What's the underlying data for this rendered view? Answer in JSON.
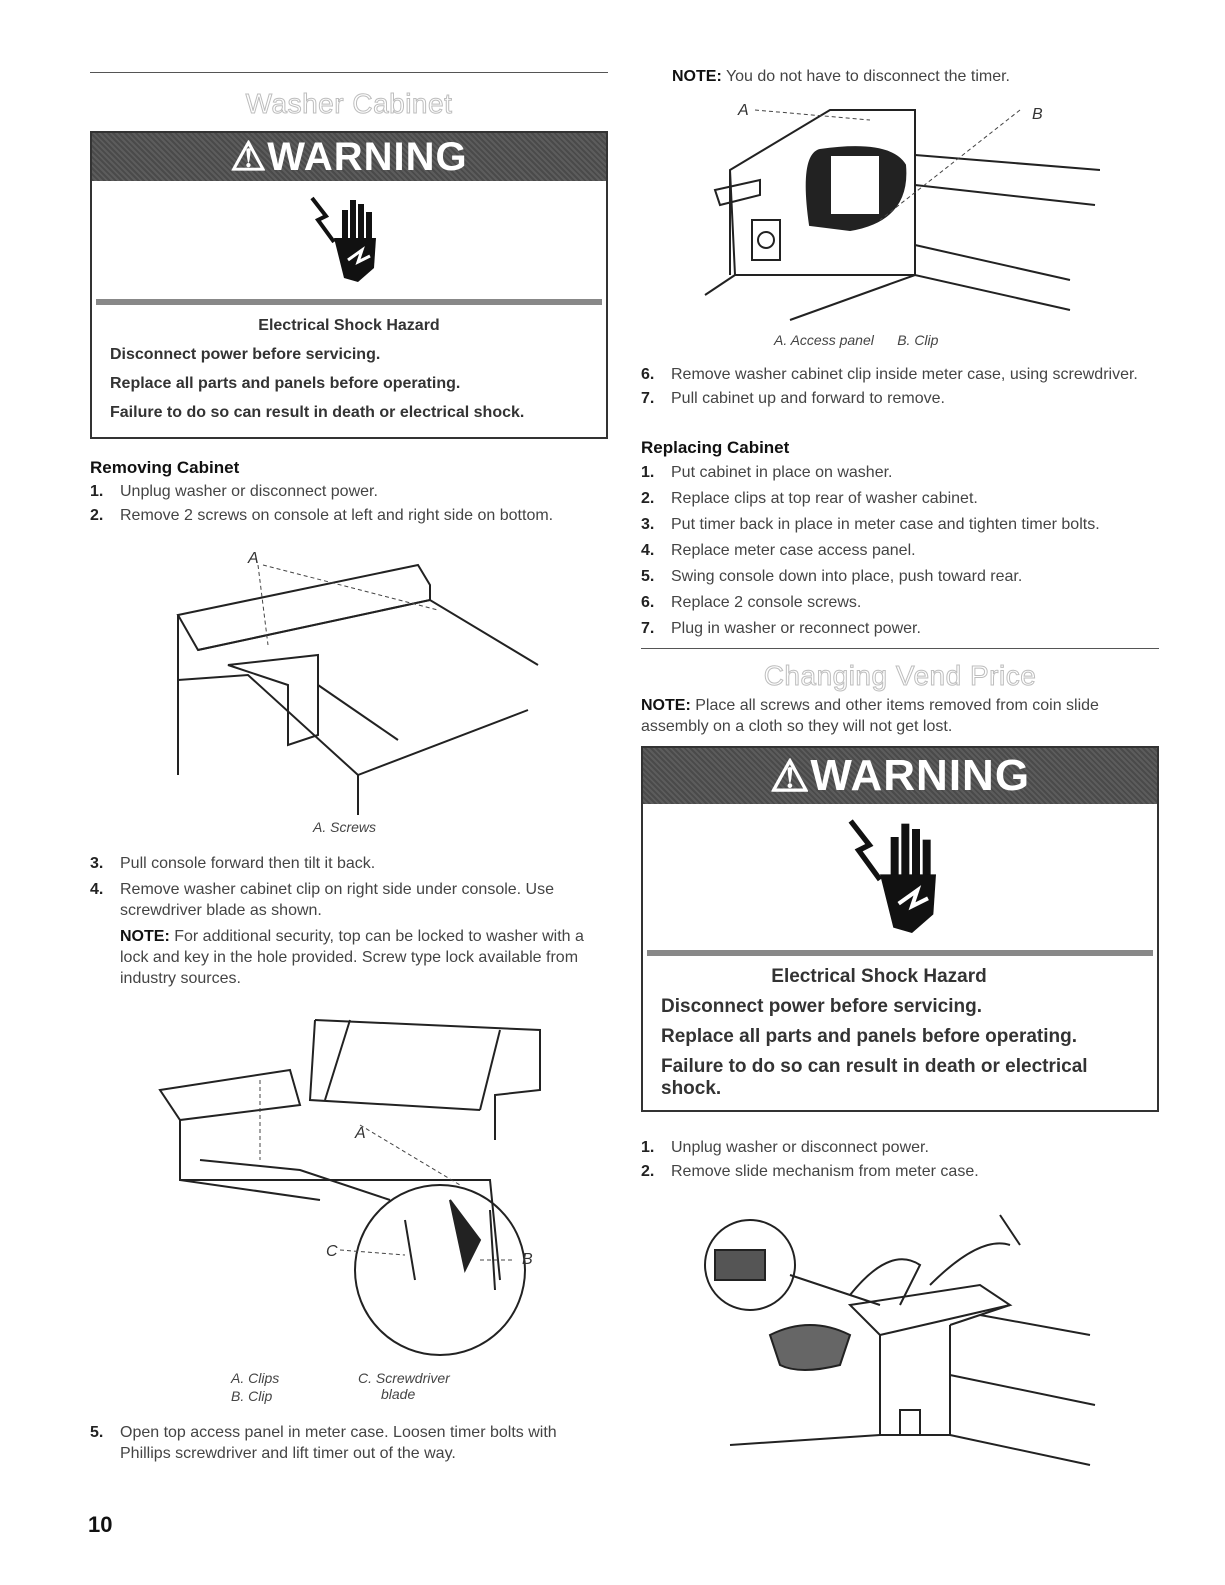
{
  "left": {
    "section_title": "Washer Cabinet",
    "warning": {
      "banner": "WARNING",
      "hazard": "Electrical Shock Hazard",
      "lines": [
        "Disconnect power before servicing.",
        "Replace all parts and panels before operating.",
        "Failure to do so can result in death or electrical shock."
      ]
    },
    "removing_heading": "Removing Cabinet",
    "steps_a": [
      {
        "num": "1.",
        "text": "Unplug washer or disconnect power."
      },
      {
        "num": "2.",
        "text": "Remove 2 screws on console at left and right side on bottom."
      }
    ],
    "fig1_label_a": "A",
    "fig1_caption": "A. Screws",
    "steps_b": [
      {
        "num": "3.",
        "text": "Pull console forward then tilt it back."
      },
      {
        "num": "4.",
        "text": "Remove washer cabinet clip on right side under console. Use screwdriver blade as shown."
      }
    ],
    "note2_label": "NOTE:",
    "note2_text": " For additional security, top can be locked to washer with a lock and key in the hole provided. Screw type lock available from industry sources.",
    "fig2_labels": {
      "a": "A",
      "b": "B",
      "c": "C"
    },
    "fig2_caption": {
      "a": "A. Clips",
      "b": "B. Clip",
      "c1": "C. Screwdriver",
      "c2": "blade"
    },
    "step5_num": "5.",
    "step5_text": "Open top access panel in meter case. Loosen timer bolts with Phillips screwdriver and lift timer out of the way."
  },
  "right": {
    "note1_label": "NOTE:",
    "note1_text": " You do not have to disconnect the timer.",
    "fig3_labels": {
      "a": "A",
      "b": "B"
    },
    "fig3_caption": "A. Access panel      B. Clip",
    "steps_a": [
      {
        "num": "6.",
        "text": "Remove washer cabinet clip inside meter case, using screwdriver."
      },
      {
        "num": "7.",
        "text": "Pull cabinet up and forward to remove."
      }
    ],
    "replacing_heading": "Replacing Cabinet",
    "steps_b": [
      {
        "num": "1.",
        "text": "Put cabinet in place on washer."
      },
      {
        "num": "2.",
        "text": "Replace clips at top rear of washer cabinet."
      },
      {
        "num": "3.",
        "text": "Put timer back in place in meter case and tighten timer bolts."
      },
      {
        "num": "4.",
        "text": "Replace meter case access panel."
      },
      {
        "num": "5.",
        "text": "Swing console down into place, push toward rear."
      },
      {
        "num": "6.",
        "text": "Replace 2 console screws."
      },
      {
        "num": "7.",
        "text": "Plug in washer or reconnect power."
      }
    ],
    "section_title": "Changing Vend Price",
    "note3_label": "NOTE:",
    "note3_text": " Place all screws and other items removed from coin slide assembly on a cloth so they will not get lost.",
    "warning": {
      "banner": "WARNING",
      "hazard": "Electrical Shock Hazard",
      "lines": [
        "Disconnect power before servicing.",
        "Replace all parts and panels before operating.",
        "Failure to do so can result in death or electrical shock."
      ]
    },
    "steps_c": [
      {
        "num": "1.",
        "text": "Unplug washer or disconnect power."
      },
      {
        "num": "2.",
        "text": "Remove slide mechanism from meter case."
      }
    ]
  },
  "page_number": "10"
}
